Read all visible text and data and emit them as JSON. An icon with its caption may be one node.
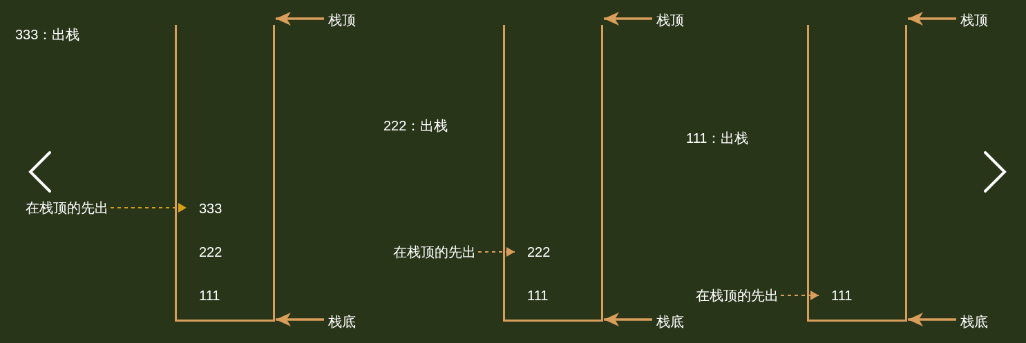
{
  "diagram": {
    "nodes": [
      {
        "text": [],
        "shape": "box"
      },
      {
        "text": [
          "333"
        ],
        "in": 0
      },
      {
        "text": [
          "222"
        ],
        "in": 0
      },
      {
        "text": [
          "111"
        ],
        "in": 0
      },
      {
        "text": [
          "栈顶"
        ]
      },
      {
        "text": [
          "栈底"
        ]
      },
      {
        "text": [
          "在栈顶的先出"
        ]
      },
      {
        "text": [],
        "shape": "box"
      },
      {
        "text": [
          "222"
        ],
        "in": 7
      },
      {
        "text": [
          "111"
        ],
        "in": 7
      },
      {
        "text": [
          "栈顶"
        ]
      },
      {
        "text": [
          "栈底"
        ]
      },
      {
        "text": [
          "在栈顶的先出"
        ]
      },
      {
        "text": [],
        "shape": "box"
      },
      {
        "text": [
          "111"
        ],
        "in": 13
      },
      {
        "text": [
          "栈顶"
        ]
      },
      {
        "text": [
          "栈底"
        ]
      },
      {
        "text": [
          "在栈顶的先出"
        ]
      }
    ],
    "edges": [
      {
        "from": 4,
        "to": 0,
        "arrow": "to"
      },
      {
        "from": 5,
        "to": 0,
        "arrow": "to"
      },
      {
        "from": 6,
        "to": 1,
        "arrow": "to",
        "style": "dashed",
        "color": "#d4a017"
      },
      {
        "from": 10,
        "to": 7,
        "arrow": "to"
      },
      {
        "from": 11,
        "to": 7,
        "arrow": "to"
      },
      {
        "from": 12,
        "to": 8,
        "arrow": "to",
        "style": "dashed"
      },
      {
        "from": 15,
        "to": 13,
        "arrow": "to"
      },
      {
        "from": 16,
        "to": 13,
        "arrow": "to"
      },
      {
        "from": 17,
        "to": 14,
        "arrow": "to",
        "style": "dashed"
      }
    ],
    "labels": [
      "333：出栈",
      "222：出栈",
      "111：出栈"
    ]
  }
}
